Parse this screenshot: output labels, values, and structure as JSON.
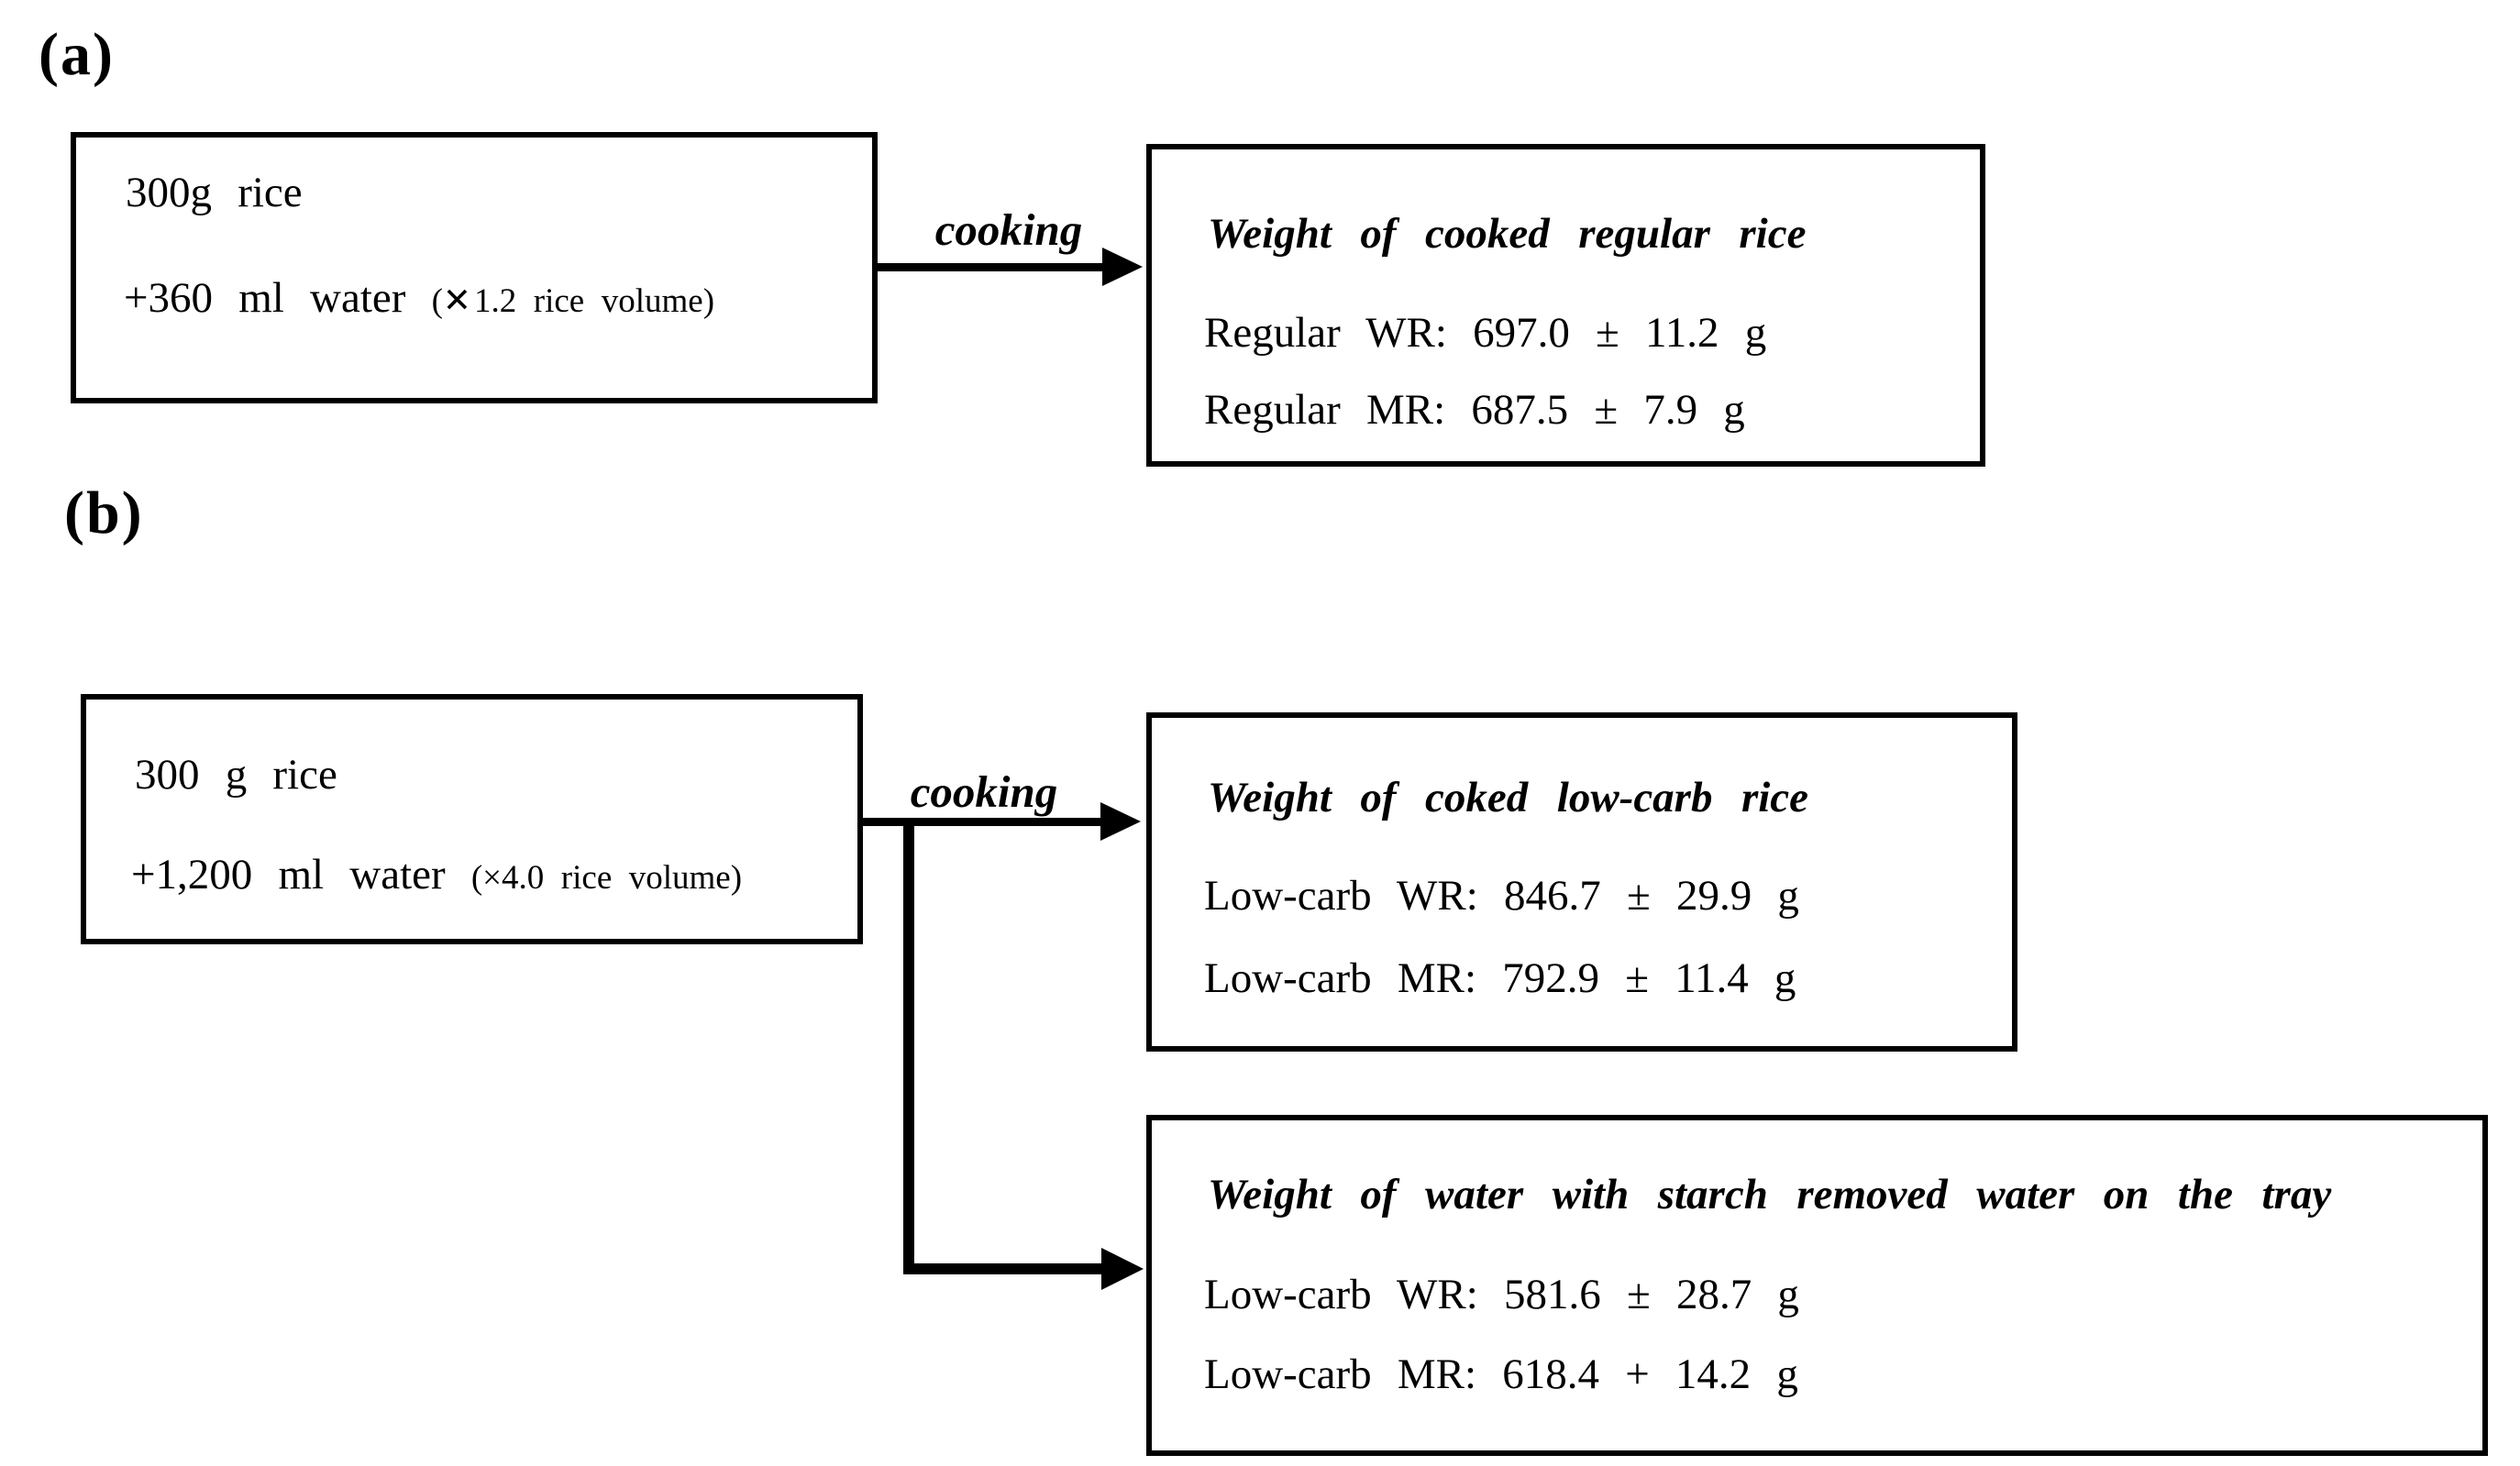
{
  "page": {
    "background_color": "#ffffff",
    "ink_color": "#000000"
  },
  "panel_a": {
    "label": "(a)",
    "input_box": {
      "line1": "300g rice",
      "line2_main": "+360 ml water",
      "line2_note": "(✕ 1.2 rice volume)"
    },
    "arrow_label": "cooking",
    "output_box": {
      "title": "Weight of cooked regular rice",
      "wr_line": "Regular WR: 697.0 ± 11.2 g",
      "mr_line": "Regular MR: 687.5 ± 7.9 g"
    }
  },
  "panel_b": {
    "label": "(b)",
    "input_box": {
      "line1": "300 g rice",
      "line2_main": "+1,200 ml water",
      "line2_note": "(×4.0 rice volume)"
    },
    "arrow_label": "cooking",
    "output_box_rice": {
      "title": "Weight of coked low-carb rice",
      "wr_line": "Low-carb WR: 846.7 ± 29.9 g",
      "mr_line": "Low-carb MR: 792.9 ± 11.4 g"
    },
    "output_box_water": {
      "title": "Weight of water with starch removed water on the tray",
      "wr_line": "Low-carb WR: 581.6 ± 28.7 g",
      "mr_line": "Low-carb MR: 618.4 + 14.2 g"
    }
  }
}
